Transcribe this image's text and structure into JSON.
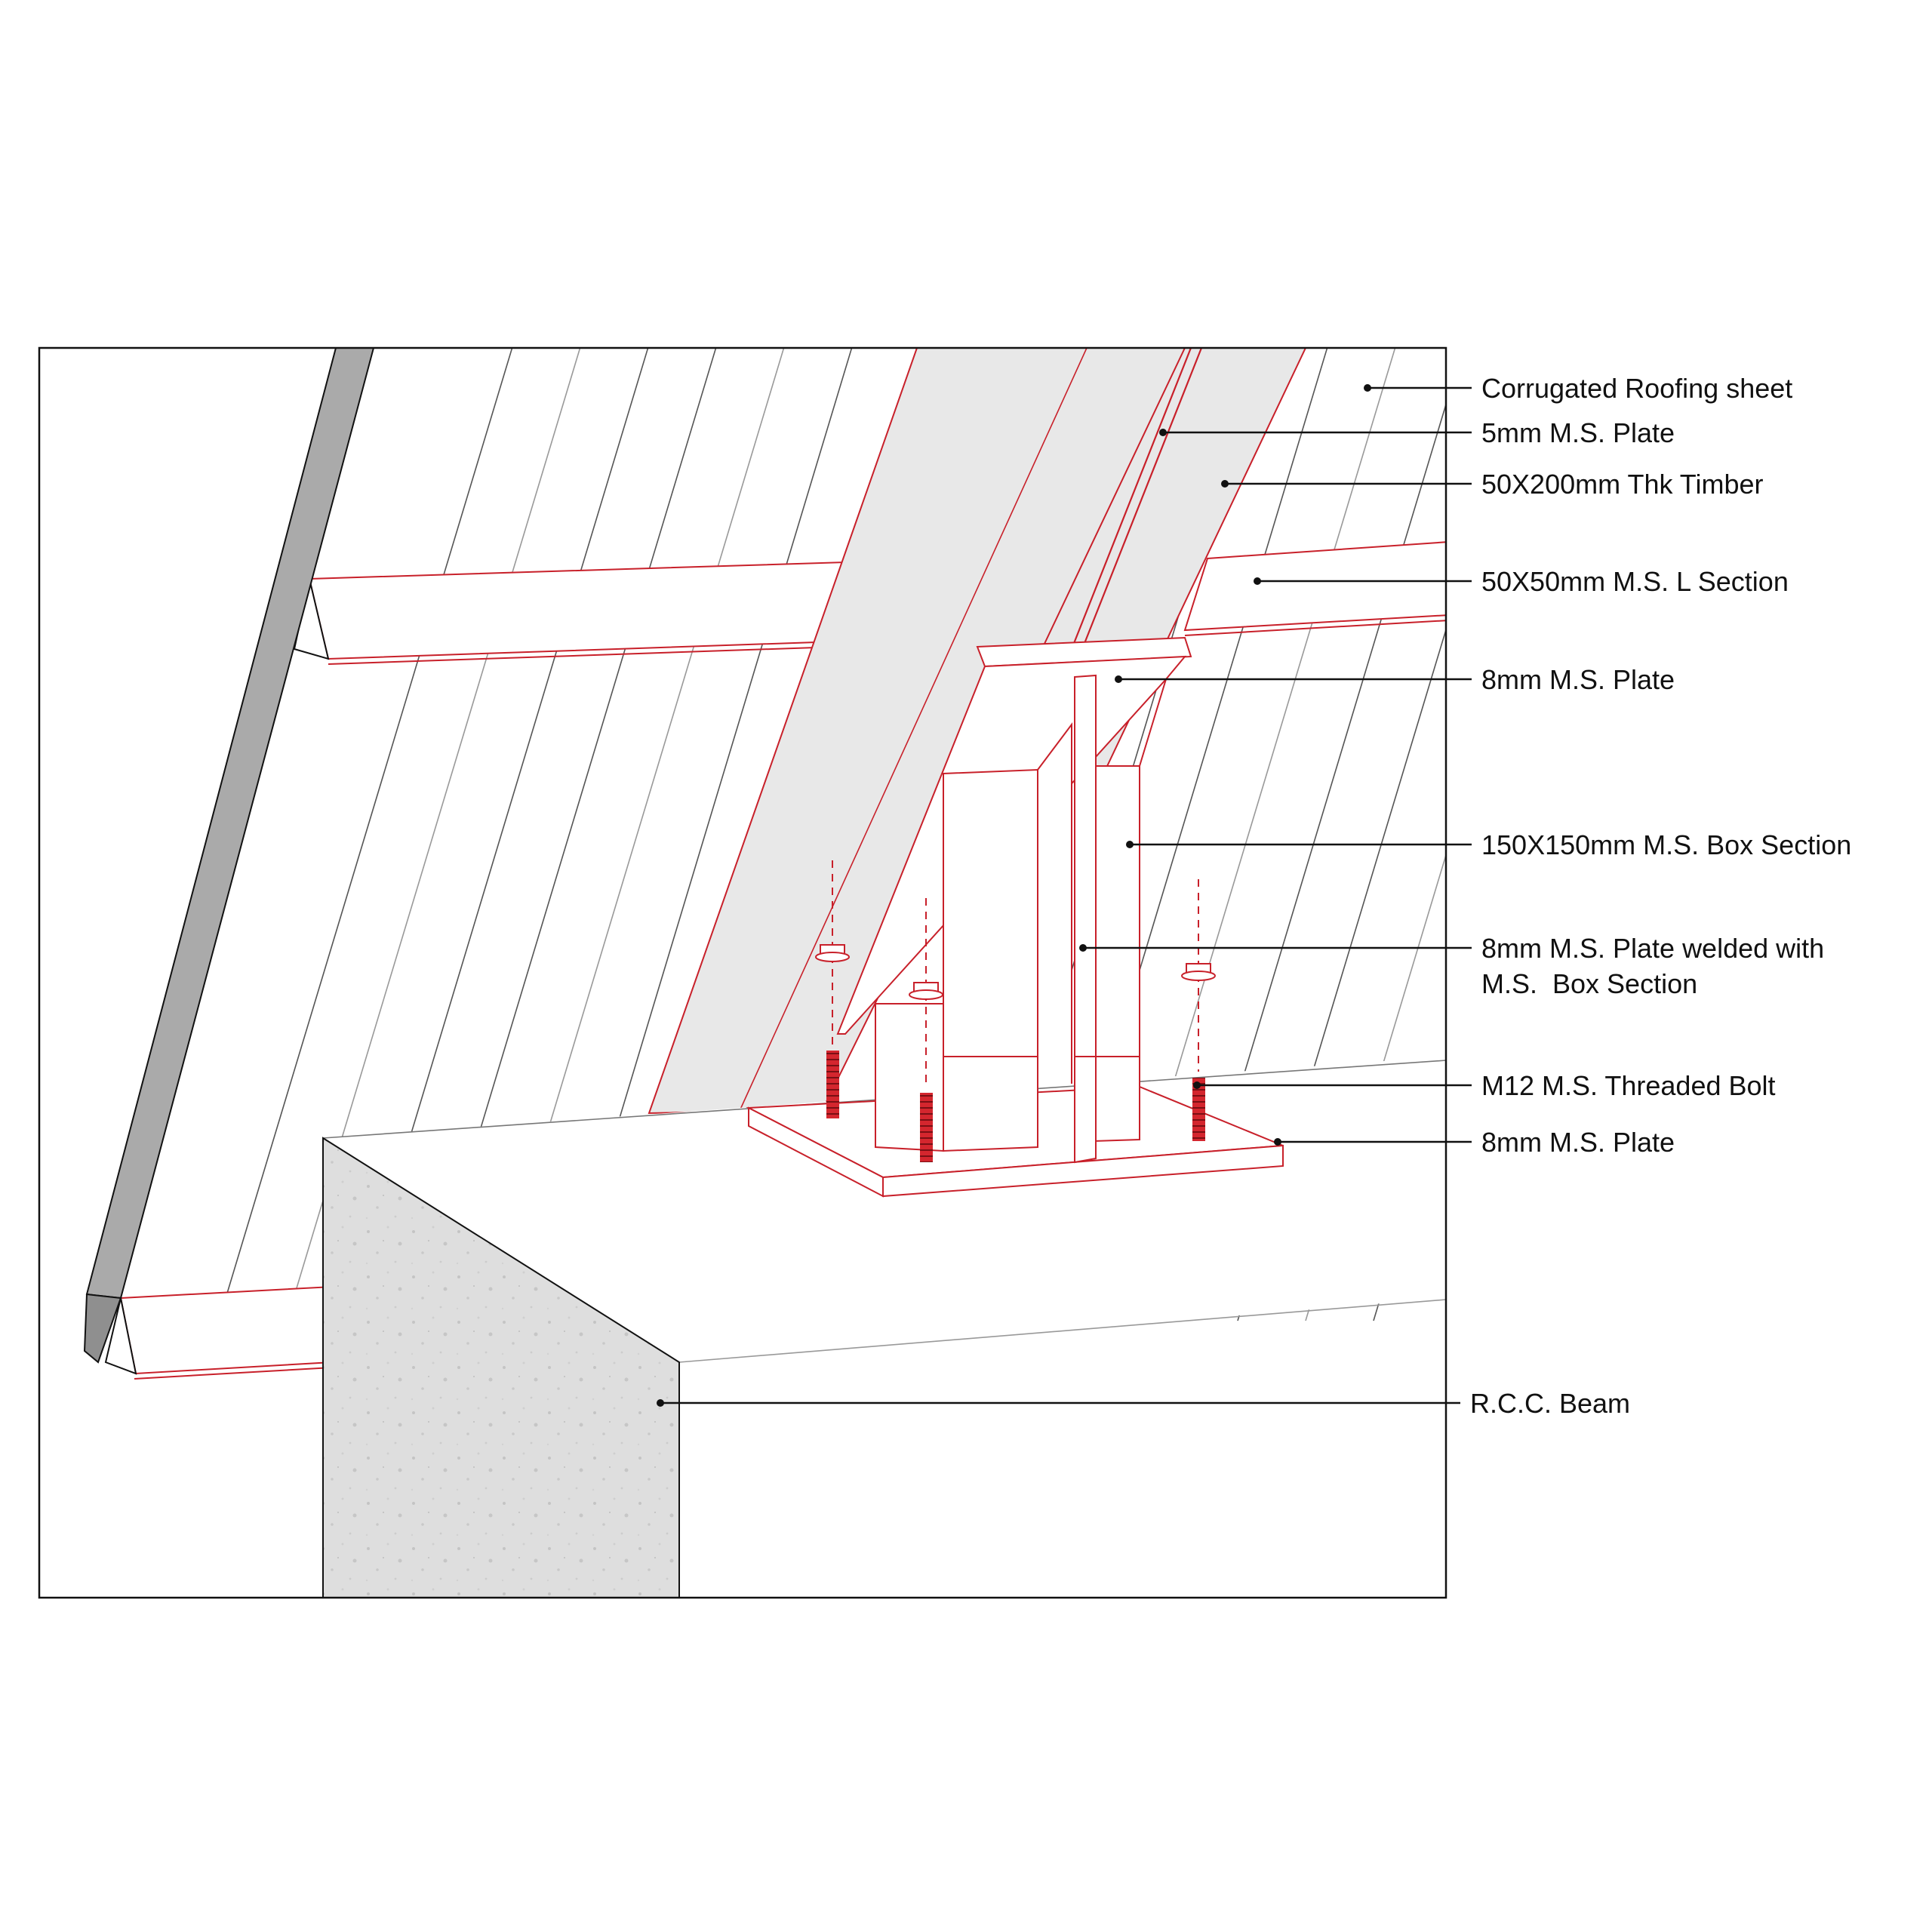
{
  "colors": {
    "steel_red": "#c8202a",
    "timber_fill": "#e8e8e8",
    "frame": "#111111",
    "roof_line": "#555555",
    "gutter_grey": "#aaaaaa",
    "concrete": "#dedede"
  },
  "labels": [
    {
      "id": "corrugated-roofing-sheet",
      "lines": [
        "Corrugated Roofing sheet"
      ]
    },
    {
      "id": "ms-plate-5mm",
      "lines": [
        "5mm M.S. Plate"
      ]
    },
    {
      "id": "timber-50x200",
      "lines": [
        "50X200mm Thk Timber"
      ]
    },
    {
      "id": "ms-l-section",
      "lines": [
        "50X50mm M.S. L Section"
      ]
    },
    {
      "id": "ms-plate-8mm-top",
      "lines": [
        "8mm M.S. Plate"
      ]
    },
    {
      "id": "ms-box-section",
      "lines": [
        "150X150mm M.S. Box Section"
      ]
    },
    {
      "id": "ms-plate-welded",
      "lines": [
        "8mm M.S. Plate welded with",
        "M.S.  Box Section"
      ]
    },
    {
      "id": "threaded-bolt",
      "lines": [
        "M12 M.S. Threaded Bolt"
      ]
    },
    {
      "id": "ms-plate-8mm-base",
      "lines": [
        "8mm M.S. Plate"
      ]
    },
    {
      "id": "rcc-beam",
      "lines": [
        "R.C.C. Beam"
      ]
    }
  ]
}
